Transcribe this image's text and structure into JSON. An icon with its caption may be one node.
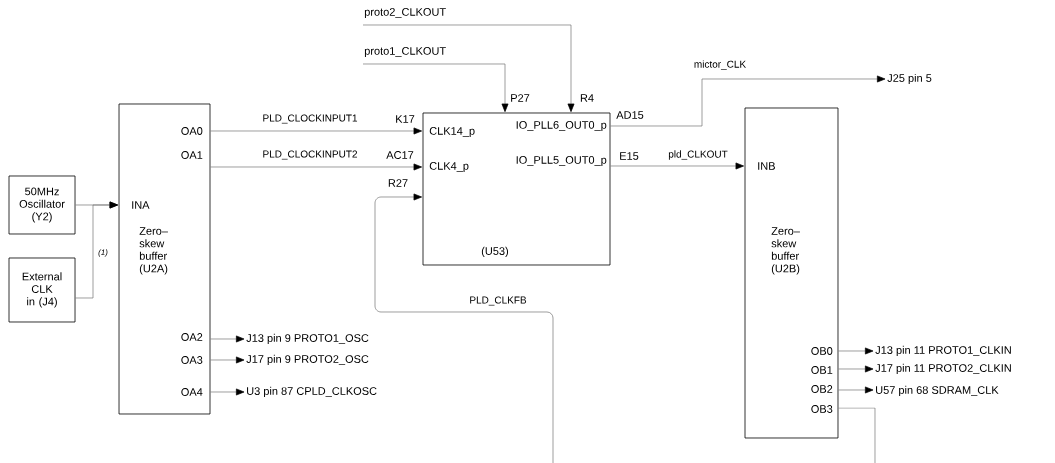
{
  "diagram": {
    "nodes": [
      {
        "text": [
          "50MHz Oscillator (Y2)"
        ]
      },
      {
        "text": [
          "External CLK in (J4)"
        ]
      },
      {
        "text": [
          "INA",
          "Zero– skew buffer (U2A)",
          "OA0",
          "OA1",
          "OA2",
          "OA3",
          "OA4"
        ]
      },
      {
        "text": [
          "CLK14_p",
          "CLK4_p",
          "IO_PLL6_OUT0_p",
          "IO_PLL5_OUT0_p",
          "(U53)"
        ]
      },
      {
        "text": [
          "INB",
          "Zero– skew buffer (U2B)",
          "OB0",
          "OB1",
          "OB2",
          "OB3"
        ]
      },
      {
        "text": [
          "proto2_CLKOUT"
        ]
      },
      {
        "text": [
          "proto1_CLKOUT"
        ]
      },
      {
        "text": [
          "J25  pin 5"
        ]
      },
      {
        "text": [
          "J13  pin 9  PROTO1_OSC"
        ]
      },
      {
        "text": [
          "J17  pin 9  PROTO2_OSC"
        ]
      },
      {
        "text": [
          "U3  pin 87  CPLD_CLKOSC"
        ]
      },
      {
        "text": [
          "J13  pin 11  PROTO1_CLKIN"
        ]
      },
      {
        "text": [
          "J17  pin 11  PROTO2_CLKIN"
        ]
      },
      {
        "text": [
          "U57  pin 68   SDRAM_CLK"
        ]
      }
    ],
    "edges": [
      {
        "from": 0,
        "to": 2,
        "arrow": "to"
      },
      {
        "from": 1,
        "to": 2,
        "arrow": "to",
        "label": "(1)"
      },
      {
        "from": 2,
        "to": 3,
        "arrow": "to",
        "label": "PLD_CLOCKINPUT1"
      },
      {
        "from": 2,
        "to": 3,
        "arrow": "to",
        "label": "PLD_CLOCKINPUT2"
      },
      {
        "from": 6,
        "to": 3,
        "arrow": "to"
      },
      {
        "from": 5,
        "to": 3,
        "arrow": "to"
      },
      {
        "from": null,
        "to": 3,
        "arrow": "to",
        "label": "PLD_CLKFB"
      },
      {
        "from": 3,
        "to": 7,
        "arrow": "to",
        "label": "mictor_CLK"
      },
      {
        "from": 3,
        "to": 4,
        "arrow": "to",
        "label": "pld_CLKOUT"
      },
      {
        "from": 2,
        "to": 8,
        "arrow": "to"
      },
      {
        "from": 2,
        "to": 9,
        "arrow": "to"
      },
      {
        "from": 2,
        "to": 10,
        "arrow": "to"
      },
      {
        "from": 4,
        "to": 11,
        "arrow": "to"
      },
      {
        "from": 4,
        "to": 12,
        "arrow": "to"
      },
      {
        "from": 4,
        "to": 13,
        "arrow": "to"
      },
      {
        "from": 4,
        "to": null,
        "arrow": "none"
      }
    ],
    "labels": [
      "K17",
      "AC17",
      "R27",
      "P27",
      "R4",
      "AD15",
      "E15"
    ]
  }
}
